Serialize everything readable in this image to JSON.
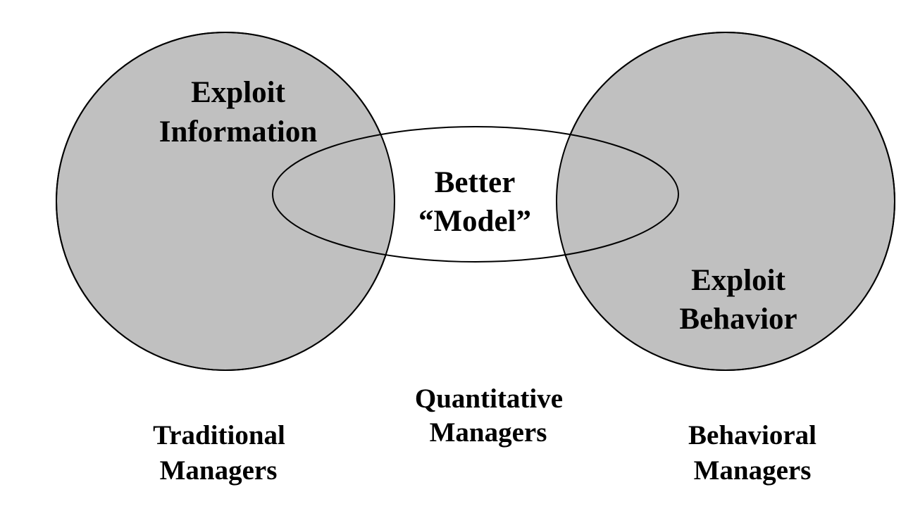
{
  "colors": {
    "background": "#ffffff",
    "circle_fill": "#c0c0c0",
    "ellipse_fill": "#ffffff",
    "stroke": "#000000",
    "text": "#000000"
  },
  "left_circle": {
    "line1": "Exploit",
    "line2": "Information"
  },
  "right_circle": {
    "line1": "Exploit",
    "line2": "Behavior"
  },
  "center_ellipse": {
    "line1": "Better",
    "line2": "“Model”"
  },
  "captions": {
    "traditional": {
      "line1": "Traditional",
      "line2": "Managers"
    },
    "quantitative": {
      "line1": "Quantitative",
      "line2": "Managers"
    },
    "behavioral": {
      "line1": "Behavioral",
      "line2": "Managers"
    }
  }
}
